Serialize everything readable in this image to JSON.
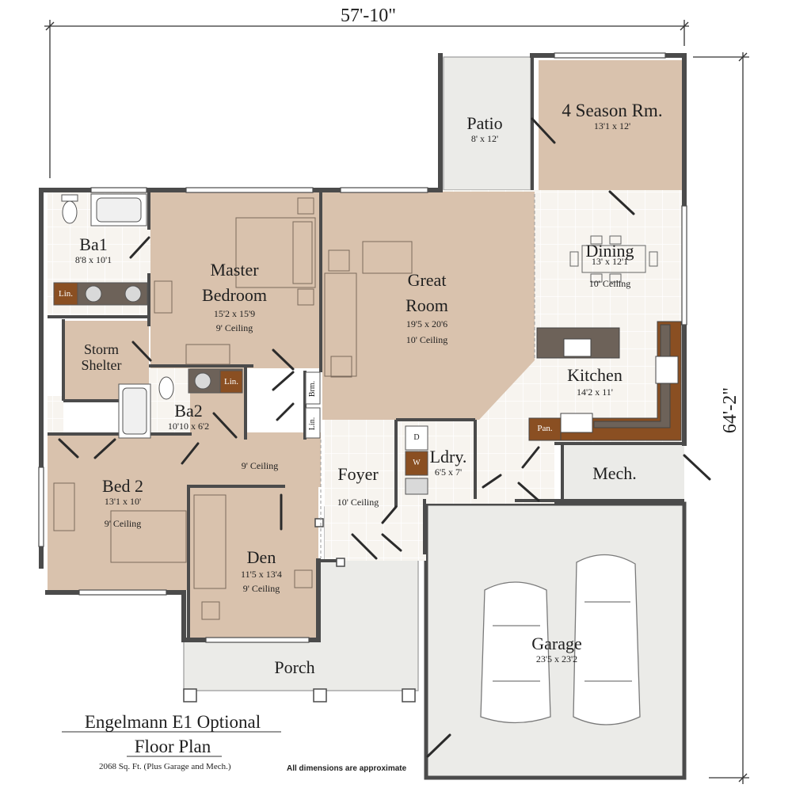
{
  "plan": {
    "name": "Engelmann E1 Optional",
    "subtitle": "Floor Plan",
    "area_note": "2068 Sq. Ft. (Plus Garage and Mech.)",
    "disclaimer": "All dimensions are approximate",
    "width": "57'-10\"",
    "depth": "64'-2\""
  },
  "rooms": {
    "season_room": {
      "name": "4 Season Rm.",
      "size": "13'1 x 12'"
    },
    "patio": {
      "name": "Patio",
      "size": "8' x 12'"
    },
    "ba1": {
      "name": "Ba1",
      "size": "8'8 x 10'1"
    },
    "master": {
      "name_line1": "Master",
      "name_line2": "Bedroom",
      "size": "15'2 x 15'9",
      "ceiling": "9' Ceiling"
    },
    "great_room": {
      "name_line1": "Great",
      "name_line2": "Room",
      "size": "19'5 x 20'6",
      "ceiling": "10' Ceiling"
    },
    "dining": {
      "name": "Dining",
      "size": "13' x 12'1",
      "ceiling": "10' Ceiling"
    },
    "kitchen": {
      "name": "Kitchen",
      "size": "14'2 x 11'"
    },
    "storm_shelter": {
      "name_line1": "Storm",
      "name_line2": "Shelter"
    },
    "ba2": {
      "name": "Ba2",
      "size": "10'10 x 6'2"
    },
    "hall": {
      "ceiling": "9' Ceiling"
    },
    "bed2": {
      "name": "Bed 2",
      "size": "13'1 x 10'",
      "ceiling": "9' Ceiling"
    },
    "foyer": {
      "name": "Foyer",
      "ceiling": "10' Ceiling"
    },
    "laundry": {
      "name": "Ldry.",
      "size": "6'5 x 7'"
    },
    "mech": {
      "name": "Mech."
    },
    "den": {
      "name": "Den",
      "size": "11'5 x 13'4",
      "ceiling": "9' Ceiling"
    },
    "garage": {
      "name": "Garage",
      "size": "23'5 x 23'2"
    },
    "porch": {
      "name": "Porch"
    }
  },
  "tags": {
    "lin_ba1": "Lin.",
    "lin_ba2": "Lin.",
    "lin_hall": "Lin.",
    "broom": "Brm.",
    "pantry": "Pan.",
    "dryer": "D",
    "washer": "W"
  },
  "colors": {
    "room_fill": "#d9c2ad",
    "tile_fill": "#f6f3ee",
    "concrete_fill": "#ebebe8",
    "wall": "#4b4b4b",
    "cabinet": "#8a4f22",
    "counter": "#6d6259",
    "text": "#1f1f1f"
  }
}
